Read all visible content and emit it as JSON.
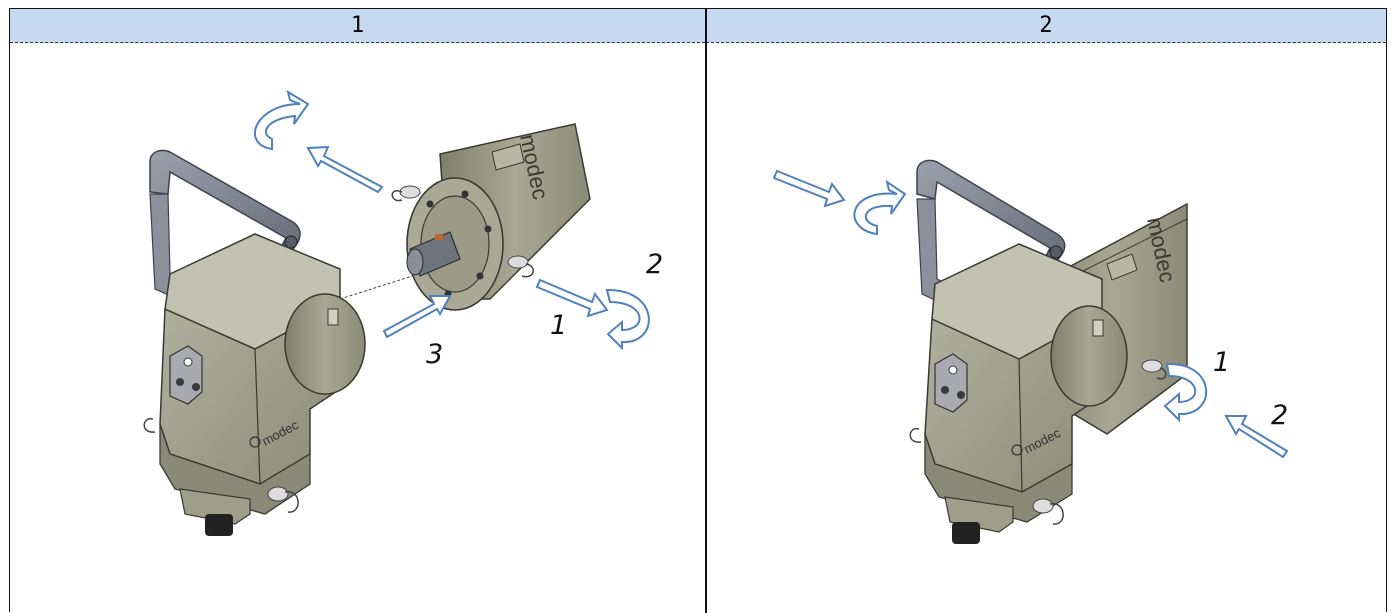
{
  "table": {
    "columns": [
      {
        "header": "1"
      },
      {
        "header": "2"
      }
    ]
  },
  "step1": {
    "labels": [
      "1",
      "2",
      "3"
    ],
    "logo_text": "modec"
  },
  "step2": {
    "labels": [
      "1",
      "2"
    ],
    "logo_text": "modec"
  },
  "colors": {
    "header_bg": "#c6d9f1",
    "arrow_stroke": "#4f81bd",
    "body_metal": "#9a9a88",
    "handle_metal": "#7e8594"
  }
}
